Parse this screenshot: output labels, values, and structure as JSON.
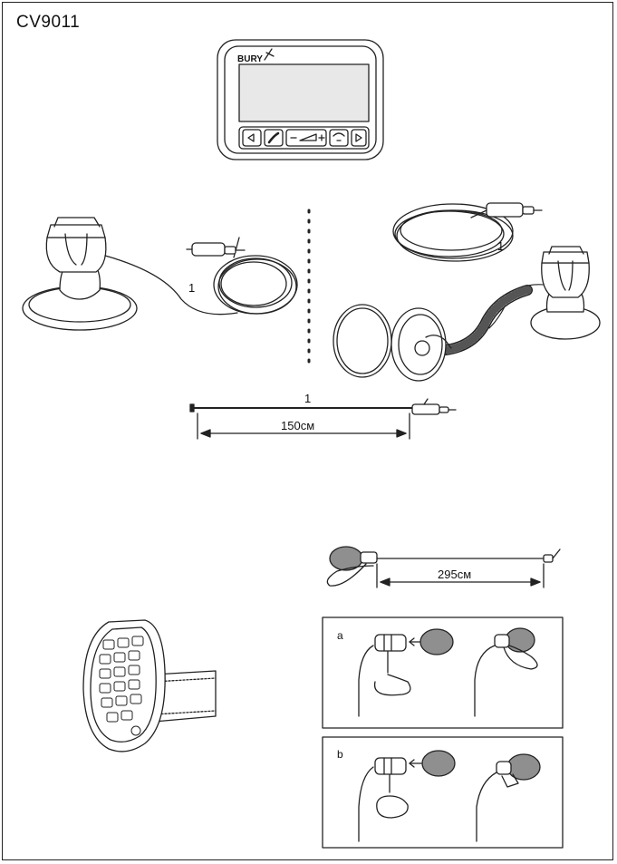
{
  "header": {
    "model": "CV9011"
  },
  "device": {
    "brand": "BURY"
  },
  "labels": {
    "cable_left": "1",
    "cable_right": "1",
    "cable_straight": "1",
    "length_cable": "150см",
    "length_mic": "295см",
    "panel_a": "a",
    "panel_b": "b"
  },
  "colors": {
    "line": "#222222",
    "foam": "#8f8f8f",
    "screen": "#e8e8e8"
  }
}
